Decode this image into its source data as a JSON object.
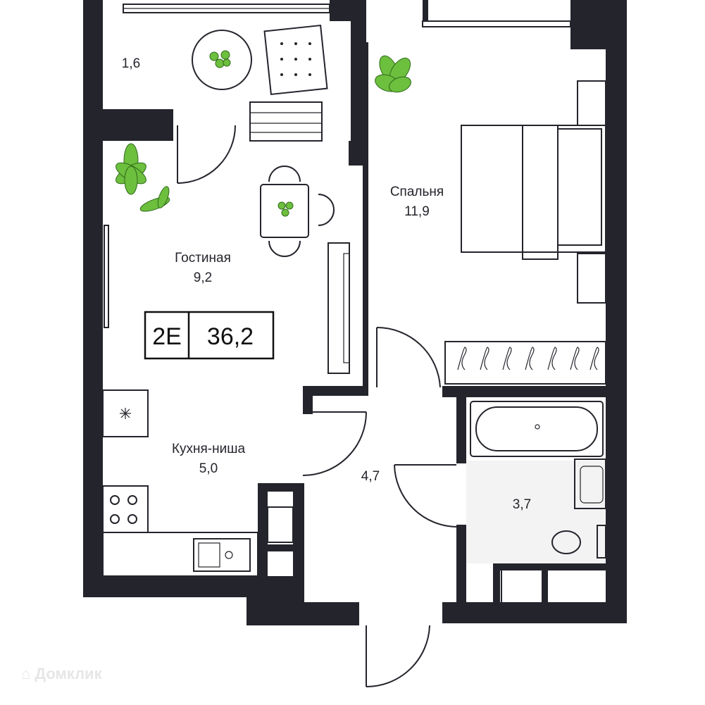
{
  "plan": {
    "code": "2E",
    "total_area": "36,2",
    "rooms": {
      "balcony": {
        "area": "1,6"
      },
      "living": {
        "name": "Гостиная",
        "area": "9,2"
      },
      "bedroom": {
        "name": "Спальня",
        "area": "11,9"
      },
      "kitchen": {
        "name": "Кухня-ниша",
        "area": "5,0"
      },
      "hall": {
        "area": "4,7"
      },
      "bathroom": {
        "area": "3,7"
      }
    }
  },
  "watermark": "Домклик",
  "colors": {
    "wall": "#24242c",
    "plant": "#6dbf3e",
    "background": "#ffffff"
  }
}
